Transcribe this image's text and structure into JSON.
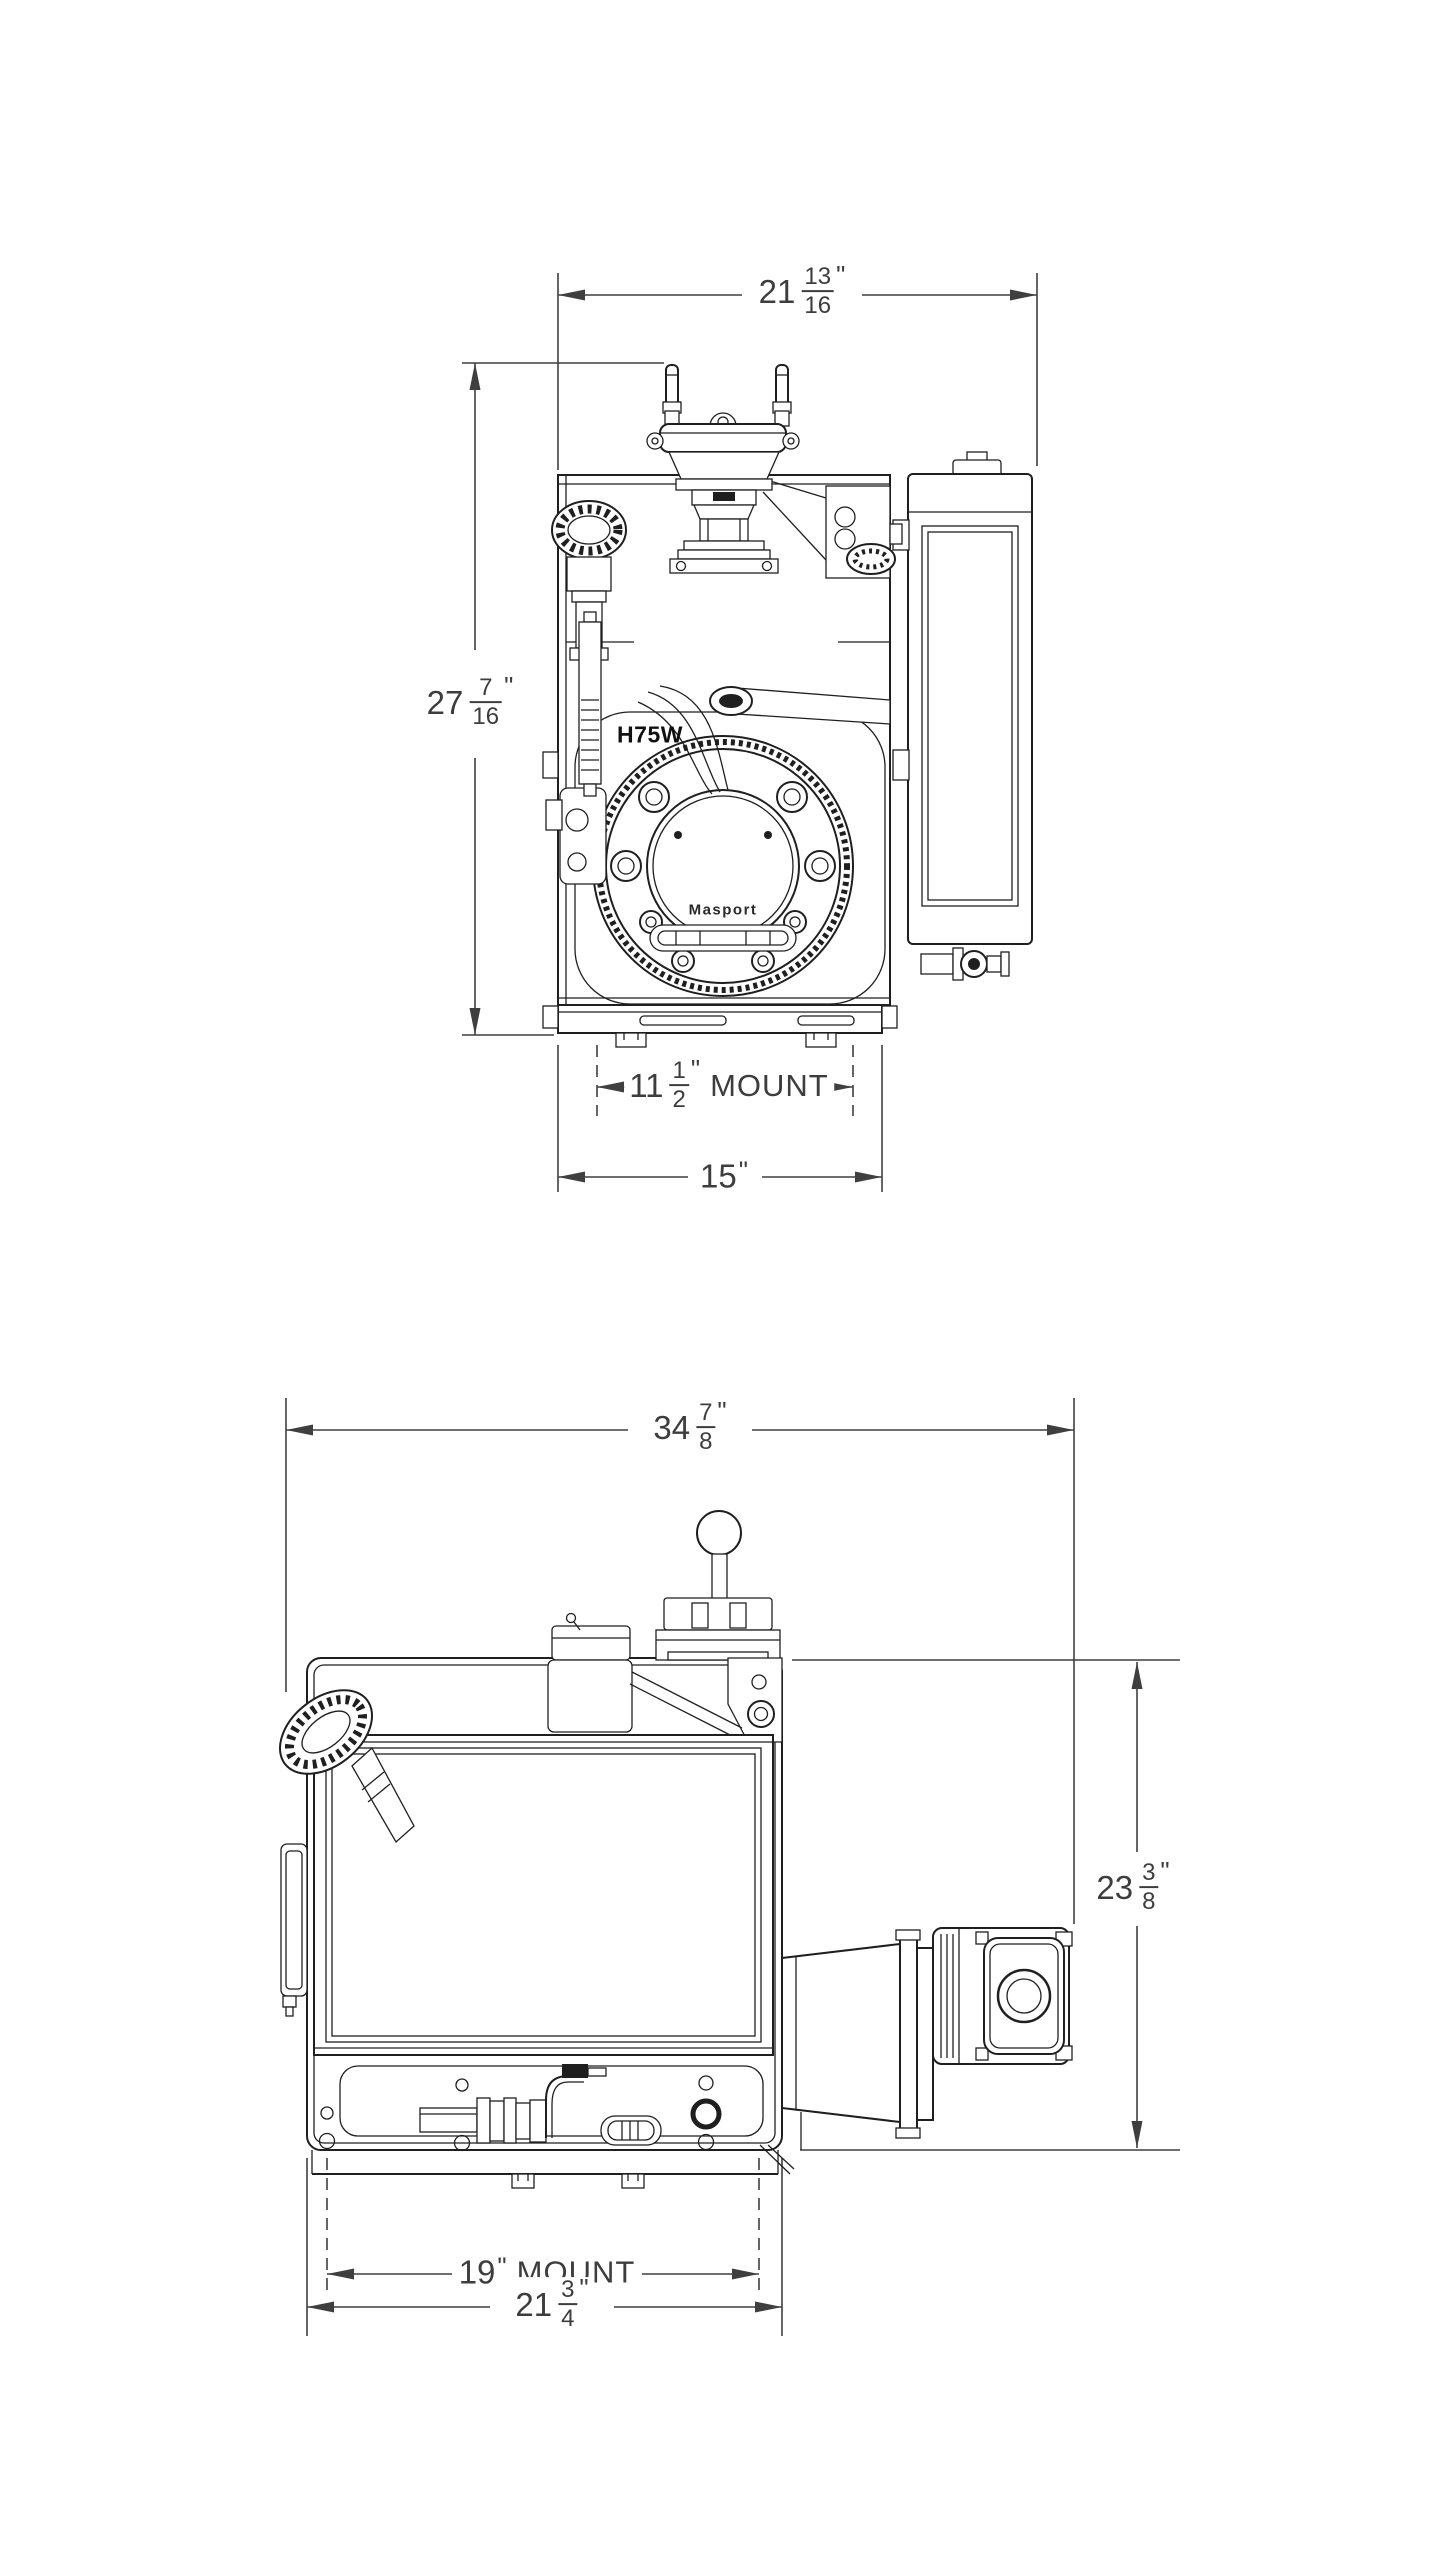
{
  "labels": {
    "model": "H75W",
    "brand": "Masport"
  },
  "front_view": {
    "overall_width": {
      "whole": "21",
      "num": "13",
      "den": "16",
      "unit": "\""
    },
    "overall_height": {
      "whole": "27",
      "num": "7",
      "den": "16",
      "unit": "\""
    },
    "mount_width": {
      "whole": "11",
      "num": "1",
      "den": "2",
      "unit": "\"",
      "suffix": "MOUNT"
    },
    "base_width": {
      "whole": "15",
      "unit": "\""
    }
  },
  "plan_view": {
    "overall_width": {
      "whole": "34",
      "num": "7",
      "den": "8",
      "unit": "\""
    },
    "overall_depth": {
      "whole": "23",
      "num": "3",
      "den": "8",
      "unit": "\""
    },
    "mount_width": {
      "whole": "19",
      "unit": "\"",
      "suffix": "MOUNT"
    },
    "overall_length": {
      "whole": "21",
      "num": "3",
      "den": "4",
      "unit": "\""
    }
  },
  "colors": {
    "background": "#ffffff",
    "line": "#1f1f1f",
    "dimension": "#3f3f3f"
  }
}
